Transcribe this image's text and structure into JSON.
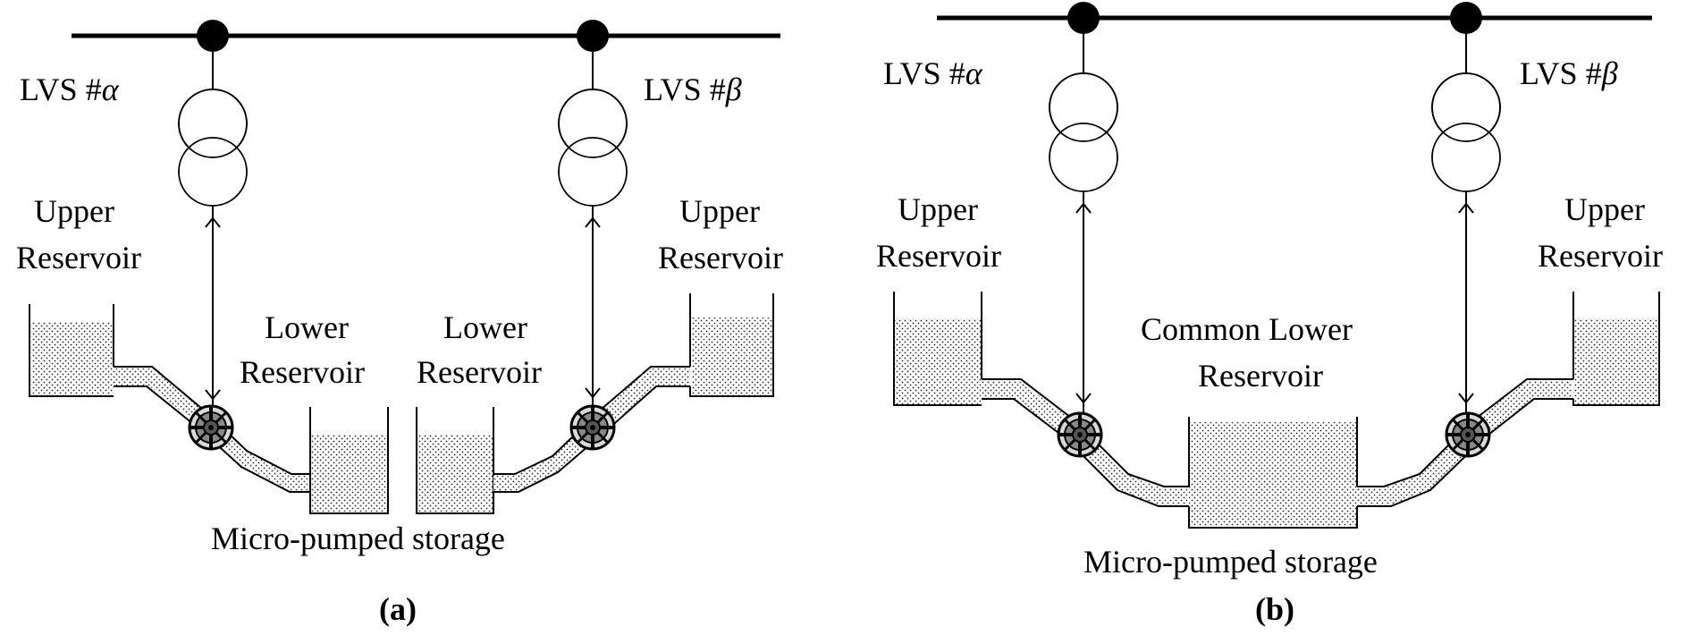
{
  "panel_a": {
    "lvs_alpha_prefix": "LVS #",
    "lvs_alpha_symbol": "α",
    "lvs_beta_prefix": "LVS #",
    "lvs_beta_symbol": "β",
    "upper_left_line1": "Upper",
    "upper_left_line2": "Reservoir",
    "upper_right_line1": "Upper",
    "upper_right_line2": "Reservoir",
    "lower_left_line1": "Lower",
    "lower_left_line2": "Reservoir",
    "lower_right_line1": "Lower",
    "lower_right_line2": "Reservoir",
    "caption": "Micro-pumped storage",
    "panel_label_open": "(",
    "panel_label_letter": "a",
    "panel_label_close": ")"
  },
  "panel_b": {
    "lvs_alpha_prefix": "LVS #",
    "lvs_alpha_symbol": "α",
    "lvs_beta_prefix": "LVS #",
    "lvs_beta_symbol": "β",
    "upper_left_line1": "Upper",
    "upper_left_line2": "Reservoir",
    "upper_right_line1": "Upper",
    "upper_right_line2": "Reservoir",
    "common_lower_line1": "Common Lower",
    "common_lower_line2": "Reservoir",
    "caption": "Micro-pumped storage",
    "panel_label_open": "(",
    "panel_label_letter": "b",
    "panel_label_close": ")"
  }
}
